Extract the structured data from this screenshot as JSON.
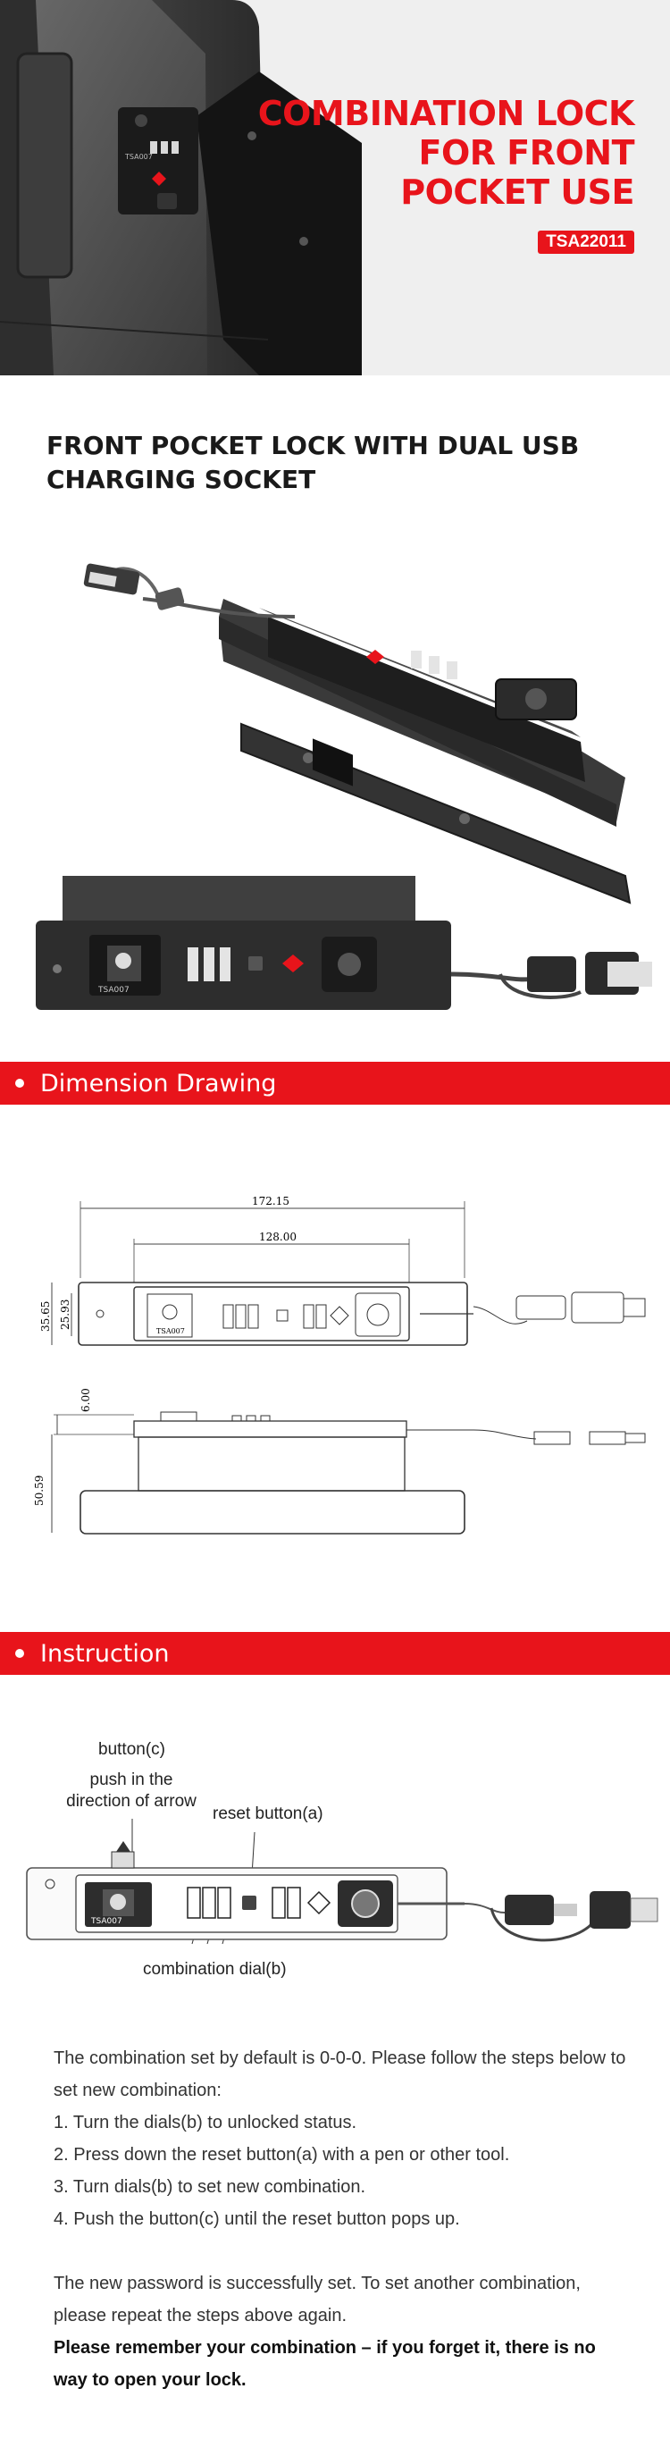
{
  "hero": {
    "title_lines": [
      "COMBINATION LOCK",
      "FOR FRONT",
      "POCKET USE"
    ],
    "model": "TSA22011",
    "device_label": "TSA007"
  },
  "section1": {
    "heading": "FRONT POCKET LOCK WITH DUAL USB CHARGING SOCKET",
    "lock_label": "TSA007"
  },
  "dimension": {
    "bar_title": "Dimension Drawing",
    "dims": {
      "total_length": "172.15",
      "inner_length": "128.00",
      "height_outer": "35.65",
      "height_inner": "25.93",
      "depth_top": "6.00",
      "depth_total": "50.59"
    },
    "lock_label": "TSA007"
  },
  "instruction": {
    "bar_title": "Instruction",
    "callouts": {
      "button_c": "button(c)",
      "push_direction": "push in the direction of arrow",
      "reset_button": "reset button(a)",
      "dial": "combination dial(b)"
    },
    "lock_label": "TSA007",
    "intro": "The combination set by default is 0-0-0. Please follow the steps below to set new combination:",
    "steps": [
      "1. Turn the dials(b) to unlocked status.",
      "2. Press down the reset button(a) with a pen or other tool.",
      "3. Turn dials(b) to set new combination.",
      "4. Push the button(c) until the reset button pops up."
    ],
    "outro": "The new password is successfully set. To set another combination, please repeat the steps above again.",
    "warning": "Please remember your combination – if you forget it, there is no way to open your lock."
  },
  "colors": {
    "accent": "#e8141b",
    "dark": "#2f2f2f"
  }
}
